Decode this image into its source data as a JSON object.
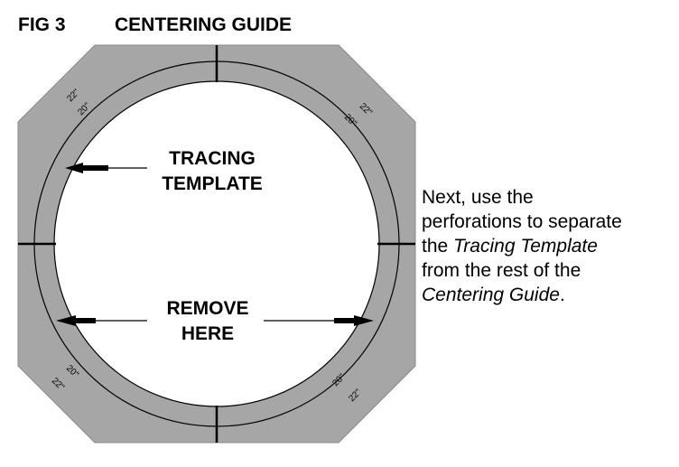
{
  "figure": {
    "number": "FIG 3",
    "title": "CENTERING GUIDE"
  },
  "diagram": {
    "labels": {
      "tracing_line1": "TRACING",
      "tracing_line2": "TEMPLATE",
      "remove_line1": "REMOVE",
      "remove_line2": "HERE"
    },
    "size_marks": {
      "outer": "22\"",
      "inner": "20\""
    },
    "colors": {
      "ring_fill": "#a6a6a6",
      "background": "#ffffff",
      "ink": "#000000"
    }
  },
  "note": {
    "line1": "Next, use the",
    "line2": "perforations to separate",
    "line3_pre": "the ",
    "line3_em": "Tracing Template",
    "line4": "from the rest of the",
    "line5_em": "Centering Guide",
    "line5_post": "."
  }
}
